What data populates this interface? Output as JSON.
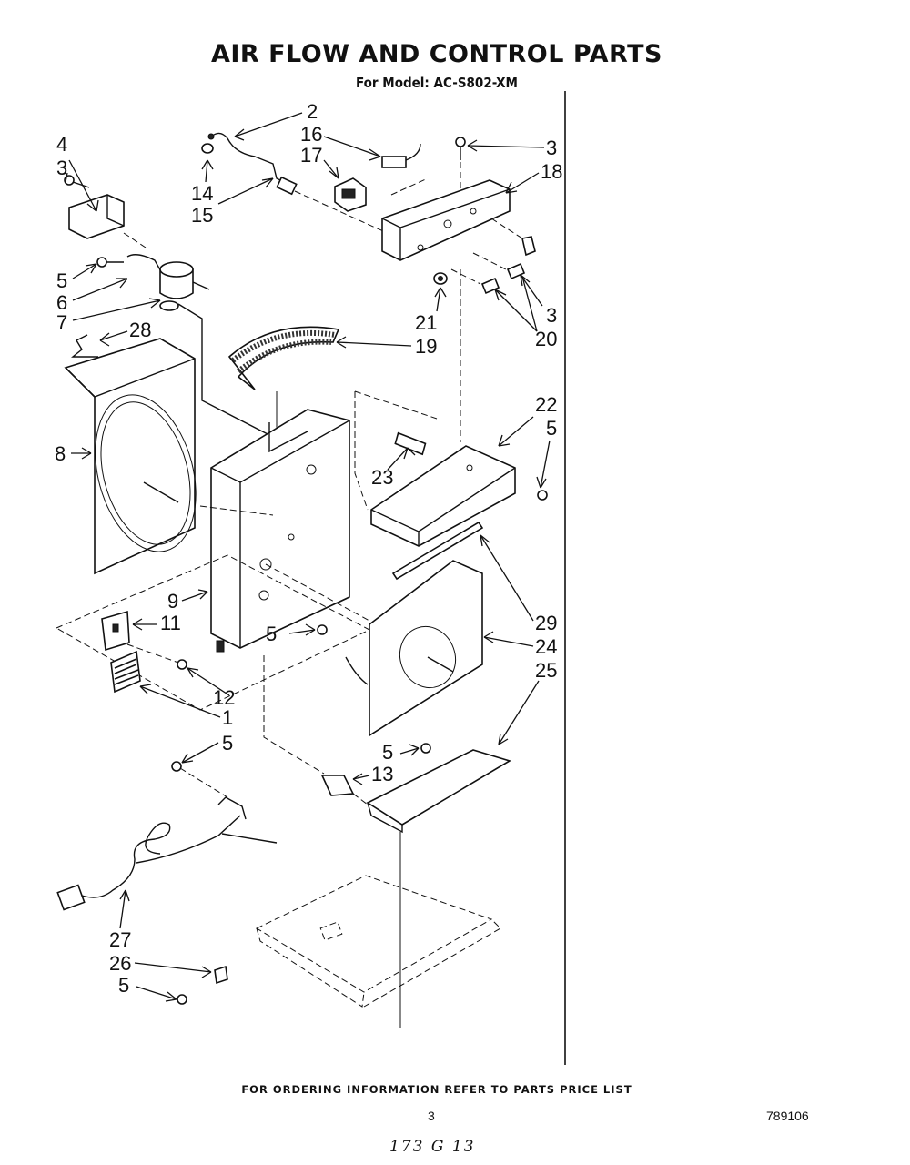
{
  "header": {
    "title": "AIR FLOW AND CONTROL PARTS",
    "subtitle": "For Model: AC-S802-XM"
  },
  "diagram": {
    "callouts": [
      {
        "id": "c2",
        "text": "2"
      },
      {
        "id": "c16",
        "text": "16"
      },
      {
        "id": "c17",
        "text": "17"
      },
      {
        "id": "c3a",
        "text": "3"
      },
      {
        "id": "c18",
        "text": "18"
      },
      {
        "id": "c4",
        "text": "4"
      },
      {
        "id": "c3b",
        "text": "3"
      },
      {
        "id": "c14",
        "text": "14"
      },
      {
        "id": "c15",
        "text": "15"
      },
      {
        "id": "c5a",
        "text": "5"
      },
      {
        "id": "c6",
        "text": "6"
      },
      {
        "id": "c7",
        "text": "7"
      },
      {
        "id": "c28",
        "text": "28"
      },
      {
        "id": "c21",
        "text": "21"
      },
      {
        "id": "c3c",
        "text": "3"
      },
      {
        "id": "c20",
        "text": "20"
      },
      {
        "id": "c19",
        "text": "19"
      },
      {
        "id": "c22",
        "text": "22"
      },
      {
        "id": "c5b",
        "text": "5"
      },
      {
        "id": "c8",
        "text": "8"
      },
      {
        "id": "c23",
        "text": "23"
      },
      {
        "id": "c9",
        "text": "9"
      },
      {
        "id": "c11",
        "text": "11"
      },
      {
        "id": "c5c",
        "text": "5"
      },
      {
        "id": "c29",
        "text": "29"
      },
      {
        "id": "c24",
        "text": "24"
      },
      {
        "id": "c25",
        "text": "25"
      },
      {
        "id": "c12",
        "text": "12"
      },
      {
        "id": "c1",
        "text": "1"
      },
      {
        "id": "c5d",
        "text": "5"
      },
      {
        "id": "c5e",
        "text": "5"
      },
      {
        "id": "c13",
        "text": "13"
      },
      {
        "id": "c27",
        "text": "27"
      },
      {
        "id": "c26",
        "text": "26"
      },
      {
        "id": "c5f",
        "text": "5"
      }
    ]
  },
  "footer": {
    "ordering_note": "FOR ORDERING INFORMATION REFER TO PARTS PRICE LIST",
    "page_number": "3",
    "document_id": "789106",
    "handwritten_note": "173 G 13"
  }
}
